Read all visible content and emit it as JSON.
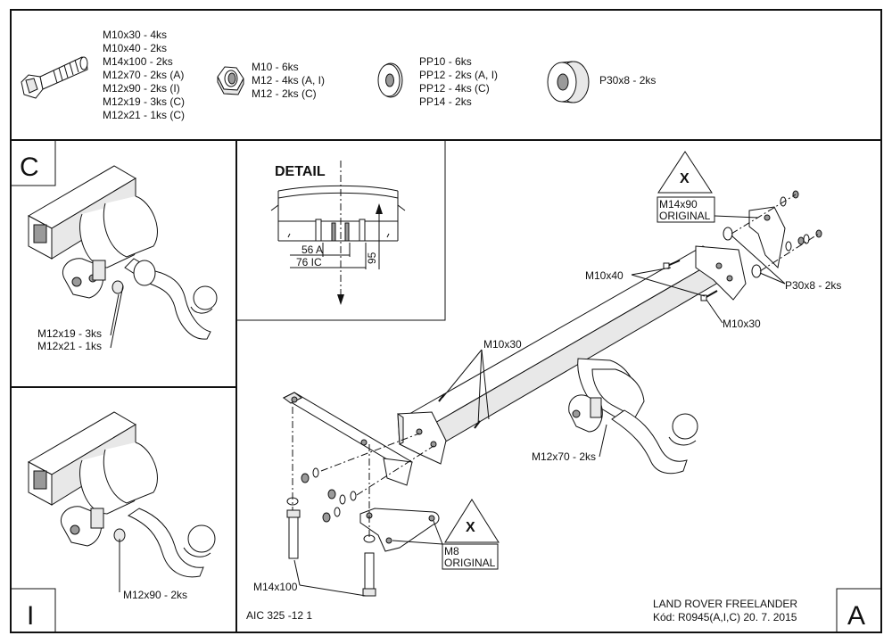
{
  "parts": {
    "bolts": [
      "M10x30 - 4ks",
      "M10x40 - 2ks",
      "M14x100 - 2ks",
      "M12x70 - 2ks (A)",
      "M12x90 - 2ks (I)",
      "M12x19 - 3ks (C)",
      "M12x21 - 1ks (C)"
    ],
    "nuts": [
      "M10 - 6ks",
      "M12 - 4ks (A, I)",
      "M12 - 2ks (C)"
    ],
    "washers": [
      "PP10 - 6ks",
      "PP12 - 2ks (A, I)",
      "PP12 - 4ks (C)",
      "PP14 - 2ks"
    ],
    "spacer": [
      "P30x8 - 2ks"
    ]
  },
  "panel_c": {
    "letter": "C",
    "labels": [
      "M12x19 - 3ks",
      "M12x21 - 1ks"
    ]
  },
  "panel_i": {
    "letter": "I",
    "labels": [
      "M12x90 - 2ks"
    ]
  },
  "detail": {
    "title": "DETAIL",
    "dim_a": "56 A",
    "dim_ic": "76 IC",
    "dim_h": "95"
  },
  "main": {
    "letter": "A",
    "warning_mark": "X",
    "labels": {
      "m14x90": "M14x90",
      "original": "ORIGINAL",
      "m10x40": "M10x40",
      "p30x8": "P30x8 - 2ks",
      "m10x30_right": "M10x30",
      "m10x30_top": "M10x30",
      "m12x70": "M12x70 - 2ks",
      "m8": "M8",
      "m8_original": "ORIGINAL",
      "m14x100": "M14x100"
    }
  },
  "footer": {
    "code": "AIC 325 -12 1",
    "vehicle": "LAND ROVER FREELANDER",
    "ref": "Kód: R0945(A,I,C)  20. 7. 2015"
  }
}
